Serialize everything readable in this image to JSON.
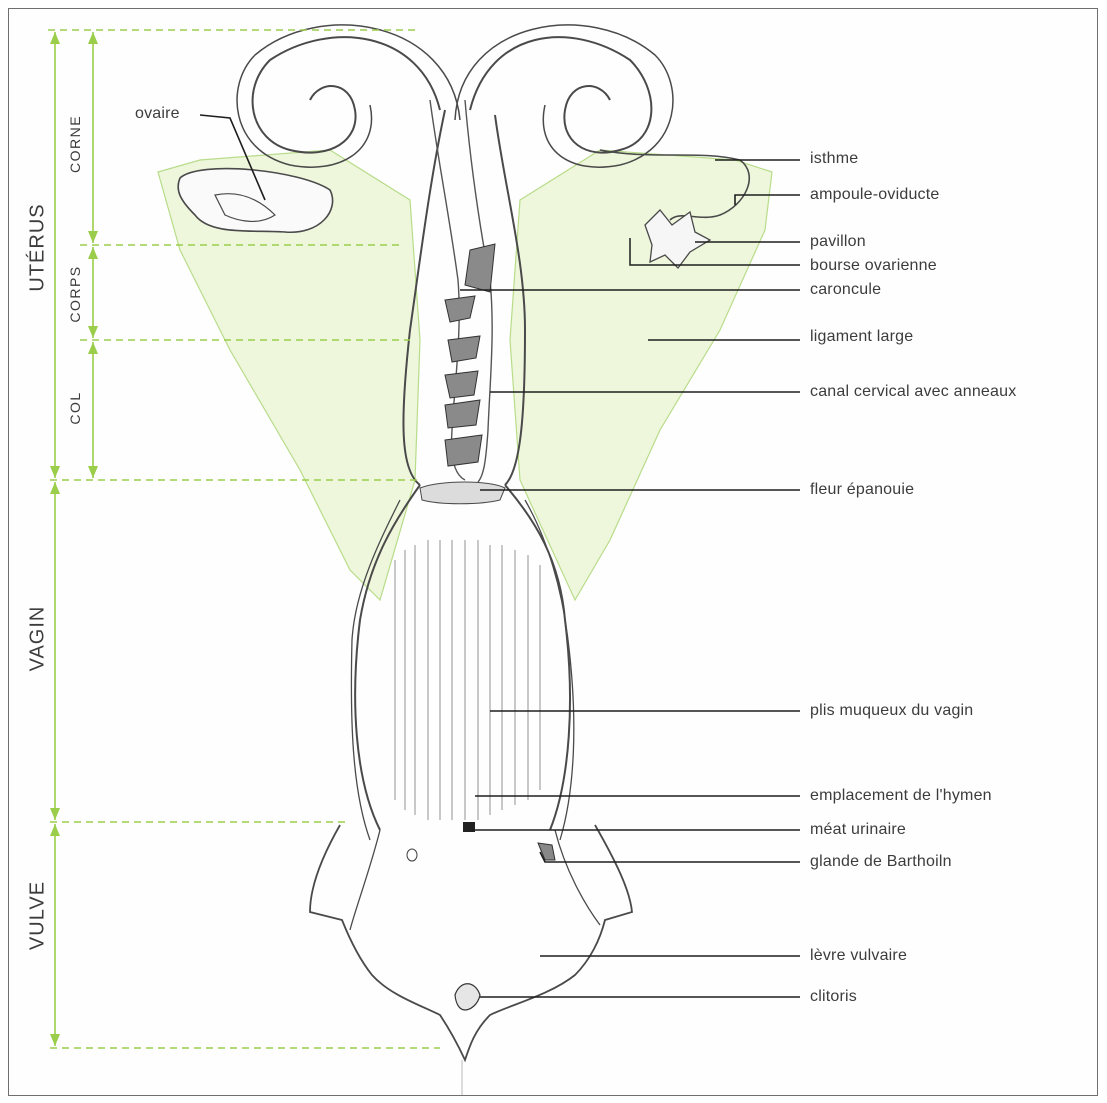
{
  "regions": {
    "uterus": "UTÉRUS",
    "corne": "CORNE",
    "corps": "CORPS",
    "col": "COL",
    "vagin": "VAGIN",
    "vulve": "VULVE"
  },
  "labels": {
    "ovaire": "ovaire",
    "isthme": "isthme",
    "ampoule": "ampoule-oviducte",
    "pavillon": "pavillon",
    "bourse": "bourse ovarienne",
    "caroncule": "caroncule",
    "ligament": "ligament large",
    "canal": "canal cervical avec anneaux",
    "fleur": "fleur épanouie",
    "plis": "plis muqueux du vagin",
    "hymen": "emplacement de l'hymen",
    "meat": "méat urinaire",
    "barthoiln": "glande de Barthoiln",
    "levre": "lèvre vulvaire",
    "clitoris": "clitoris"
  },
  "colors": {
    "guide": "#9acd4a",
    "ligament_fill": "#eef7dc",
    "outline": "#4a4a4a",
    "leader": "#1e1e1e"
  }
}
